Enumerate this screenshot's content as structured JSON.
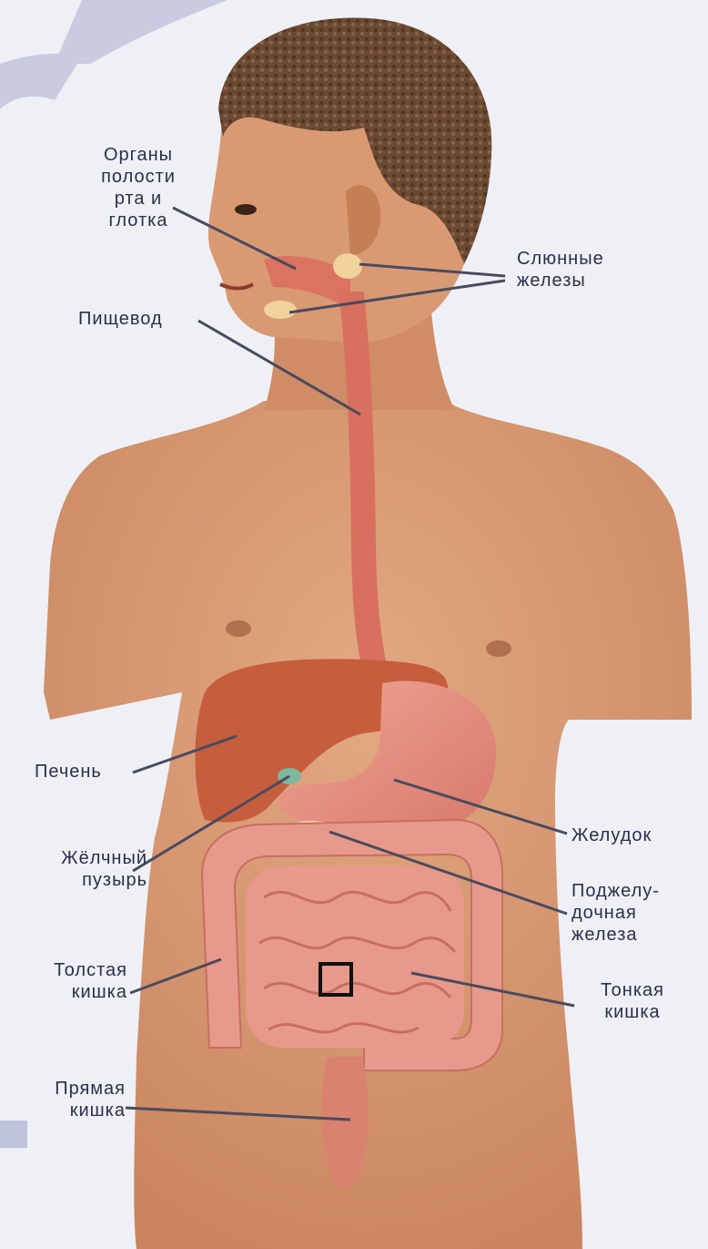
{
  "labels": {
    "mouth": [
      "Органы",
      "полости",
      "рта и",
      "глотка"
    ],
    "salivary": [
      "Слюнные",
      "железы"
    ],
    "esophagus": [
      "Пищевод"
    ],
    "liver": [
      "Печень"
    ],
    "stomach": [
      "Желудок"
    ],
    "gallbladder": [
      "Жёлчный",
      "пузырь"
    ],
    "pancreas": [
      "Поджелу-",
      "дочная",
      "железа"
    ],
    "colon": [
      "Толстая",
      "кишка"
    ],
    "small_intestine": [
      "Тонкая",
      "кишка"
    ],
    "rectum": [
      "Прямая",
      "кишка"
    ]
  },
  "colors": {
    "skin": "#d99a73",
    "skin_shadow": "#c47f57",
    "hair": "#6b4a32",
    "liver": "#c65e3e",
    "stomach": "#e38c7c",
    "intestine": "#e7998b",
    "esophagus": "#d96f5e",
    "gland": "#f0d39b",
    "gallbladder": "#7fb79c",
    "label_text": "#2e2e48",
    "leader_line": "#4a4a5e"
  }
}
